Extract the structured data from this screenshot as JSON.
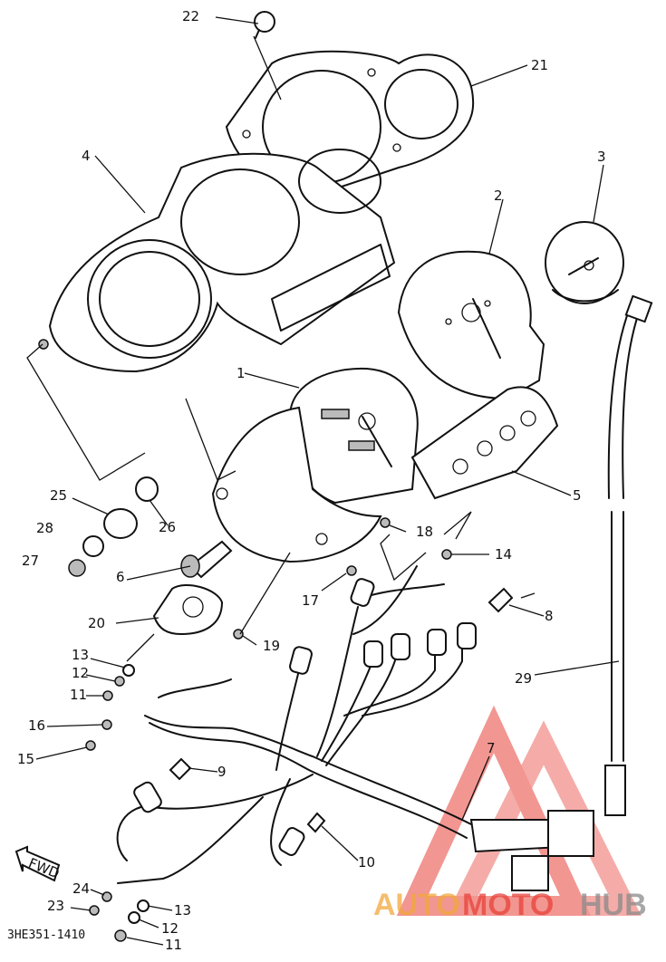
{
  "diagram": {
    "code": "3HE351-1410",
    "fwd_label": "FWD",
    "watermark": {
      "part1": "AUTO",
      "part2": "MOTO",
      "part3": "HUB"
    },
    "labels": [
      "1",
      "2",
      "3",
      "4",
      "5",
      "6",
      "7",
      "8",
      "9",
      "10",
      "11",
      "11",
      "12",
      "12",
      "13",
      "13",
      "14",
      "15",
      "16",
      "17",
      "18",
      "19",
      "20",
      "21",
      "22",
      "23",
      "24",
      "25",
      "26",
      "27",
      "28",
      "29"
    ],
    "colors": {
      "line": "#111111",
      "watermark_red": "#e8423a",
      "watermark_orange": "#f2a83b",
      "watermark_gray": "#8a8a8a"
    }
  }
}
